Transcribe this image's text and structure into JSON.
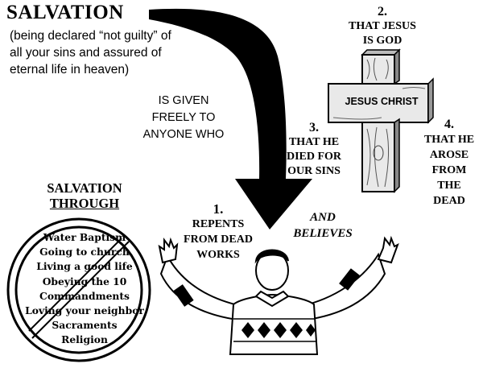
{
  "title": "SALVATION",
  "subtitle": "(being declared “not guilty” of all your sins and assured of eternal life in heaven)",
  "given": [
    "IS GIVEN",
    "FREELY TO",
    "ANYONE WHO"
  ],
  "point1": {
    "number": "1.",
    "lines": [
      "REPENTS",
      "FROM DEAD",
      "WORKS"
    ]
  },
  "believes": [
    "AND",
    "BELIEVES"
  ],
  "point2": {
    "number": "2.",
    "lines": [
      "THAT JESUS",
      "IS GOD"
    ]
  },
  "point3": {
    "number": "3.",
    "lines": [
      "THAT HE",
      "DIED FOR",
      "OUR SINS"
    ]
  },
  "point4": {
    "number": "4.",
    "lines": [
      "THAT HE",
      "AROSE",
      "FROM",
      "THE",
      "DEAD"
    ]
  },
  "cross_label": "JESUS CHRIST",
  "salvation_through": [
    "SALVATION",
    "THROUGH"
  ],
  "rejected_items": [
    "Water Baptism",
    "Going to church",
    "Living a good life",
    "Obeying the 10",
    "Commandments",
    "Loving your neighbor",
    "Sacraments",
    "Religion"
  ],
  "icons": {
    "arrow": "curved-arrow-icon",
    "cross": "wooden-cross-icon",
    "prohibited": "no-sign-icon",
    "figure": "man-open-arms-illustration"
  },
  "colors": {
    "ink": "#000000",
    "paper": "#ffffff",
    "wood": "#e9e9e9"
  }
}
